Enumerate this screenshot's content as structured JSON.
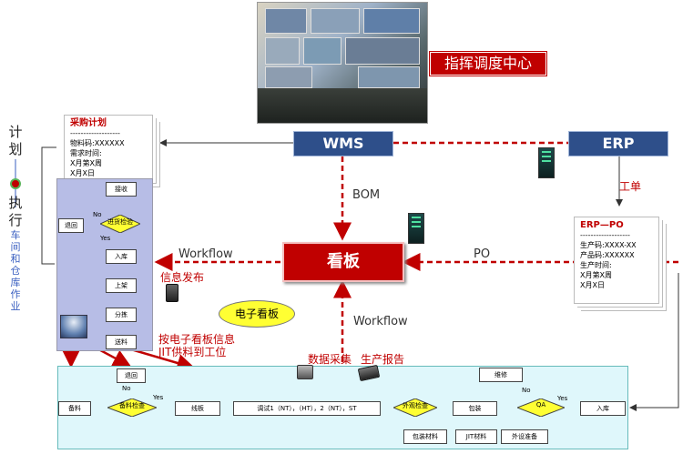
{
  "command_center": {
    "label": "指挥调度中心"
  },
  "left_axis": {
    "plan": "计\n划",
    "execute": "执\n行",
    "workshop": "车\n间\n和\n仓\n库\n作\n业"
  },
  "purchase_plan": {
    "title": "采购计划",
    "rule": "-------------------",
    "l1": "物料码:XXXXXX",
    "l2": "需求时间:",
    "l3": "X月第X周",
    "l4": "X月X日"
  },
  "systems": {
    "wms": "WMS",
    "erp": "ERP",
    "kanban": "看板"
  },
  "labels": {
    "bom": "BOM",
    "workflow_left": "Workflow",
    "workflow_down": "Workflow",
    "po": "PO",
    "work_order": "工单",
    "info_publish": "信息发布",
    "e_kanban": "电子看板",
    "jit": "按电子看板信息",
    "jit2": "JIT供料到工位",
    "data_collect": "数据采集",
    "prod_report": "生产报告"
  },
  "erp_po": {
    "title": "ERP—PO",
    "rule": "-------------------",
    "l1": "生产码:XXXX-XX",
    "l2": "产品码:XXXXXX",
    "l3": "生产时间:",
    "l4": "X月第X周",
    "l5": "X月X日"
  },
  "warehouse_flow": {
    "receive": "接收",
    "return": "退回",
    "incoming_check": "进货检验",
    "no": "No",
    "yes": "Yes",
    "stock_in": "入库",
    "shelve": "上架",
    "pick": "分拣",
    "feed": "送料"
  },
  "line_flow": {
    "prep": "备料",
    "prep_check": "备料检查",
    "return": "退回",
    "no": "No",
    "yes": "Yes",
    "board_in": "线板",
    "tests": "调试1（NT），（HT），2（NT），ST",
    "appearance_check": "外观检查",
    "repair": "维修",
    "pack": "包装",
    "qa": "QA",
    "qa_no": "No",
    "qa_yes": "Yes",
    "stock_in": "入库",
    "pack_material": "包装材料",
    "jit_material": "JIT材料",
    "accessories": "外设准备"
  },
  "colors": {
    "red": "#c00000",
    "blue": "#2e4f8a",
    "panel": "#b7bde6",
    "bottom": "#dff7fb"
  }
}
